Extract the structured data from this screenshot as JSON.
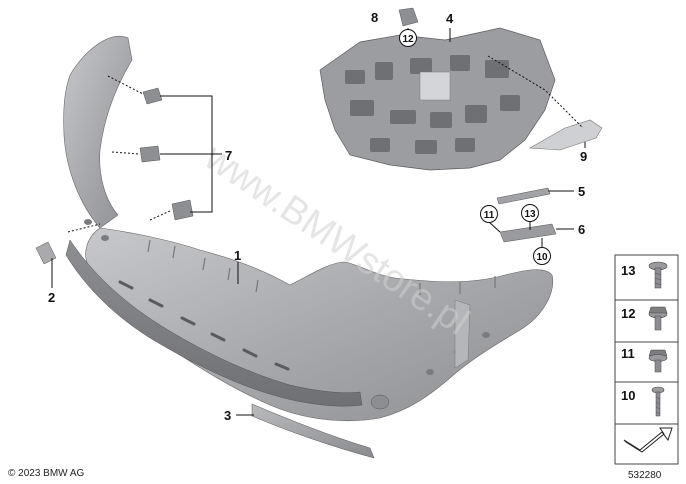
{
  "callouts": {
    "c1": "1",
    "c2": "2",
    "c3": "3",
    "c4": "4",
    "c5": "5",
    "c6": "6",
    "c7": "7",
    "c8": "8",
    "c9": "9",
    "c10": "10",
    "c11": "11",
    "c12": "12",
    "c13": "13"
  },
  "legend": {
    "items": [
      "13",
      "12",
      "11",
      "10"
    ]
  },
  "watermark": "www.BMWstore.pl",
  "copyright": "© 2023 BMW AG",
  "diagram_number": "532280",
  "colors": {
    "part_fill": "#a9aaad",
    "part_shadow": "#7d7e82",
    "part_highlight": "#cfd0d3",
    "line": "#111111",
    "legend_border": "#444444"
  }
}
